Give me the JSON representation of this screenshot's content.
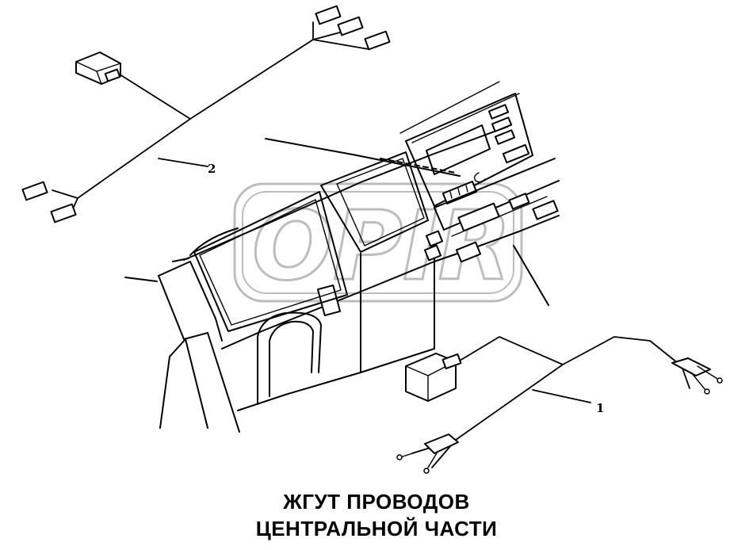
{
  "watermark": {
    "text": "OPIR"
  },
  "callouts": {
    "harness_1": "1",
    "harness_2": "2"
  },
  "caption": {
    "line1": "ЖГУТ ПРОВОДОВ",
    "line2": "ЦЕНТРАЛЬНОЙ ЧАСТИ"
  },
  "colors": {
    "ink": "#000000",
    "watermark": "#bdbdbd",
    "paper": "#ffffff"
  }
}
